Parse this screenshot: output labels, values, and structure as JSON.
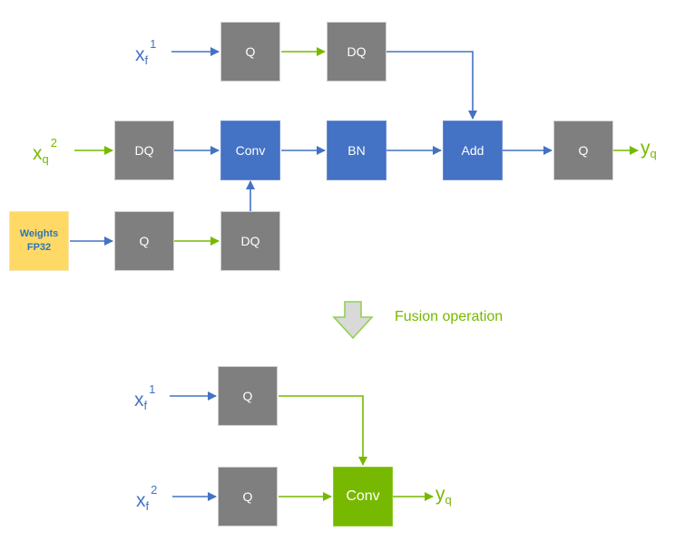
{
  "colors": {
    "quant_gray": "#7f7f7f",
    "float_op_blue": "#4472c4",
    "fused_green": "#77b900",
    "weights_yellow": "#ffd966",
    "float_wire": "#4472c4",
    "quant_wire": "#77b900"
  },
  "top_graph": {
    "inputs": {
      "xf1": {
        "base": "x",
        "sub": "f",
        "sup": "1"
      },
      "xq2": {
        "base": "x",
        "sub": "q",
        "sup": "2"
      },
      "weights": {
        "line1": "Weights",
        "line2": "FP32"
      }
    },
    "nodes": {
      "q_top": "Q",
      "dq_top": "DQ",
      "dq_mid": "DQ",
      "conv": "Conv",
      "bn": "BN",
      "add": "Add",
      "q_out": "Q",
      "q_weights": "Q",
      "dq_weights": "DQ"
    },
    "output": {
      "base": "y",
      "sub": "q"
    }
  },
  "transition": {
    "label": "Fusion operation"
  },
  "bottom_graph": {
    "inputs": {
      "xf1": {
        "base": "x",
        "sub": "f",
        "sup": "1"
      },
      "xf2": {
        "base": "x",
        "sub": "f",
        "sup": "2"
      }
    },
    "nodes": {
      "q1": "Q",
      "q2": "Q",
      "conv": "Conv"
    },
    "output": {
      "base": "y",
      "sub": "q"
    }
  }
}
